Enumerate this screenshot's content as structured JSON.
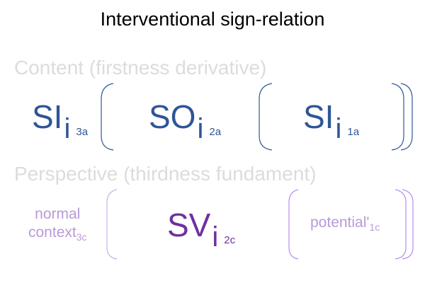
{
  "title": "Interventional sign-relation",
  "content_row": {
    "heading": "Content (firstness derivative)",
    "items": [
      {
        "symbol": "SI",
        "index": "i",
        "sub": "3a"
      },
      {
        "symbol": "SO",
        "index": "i",
        "sub": "2a"
      },
      {
        "symbol": "SI",
        "index": "i",
        "sub": "1a"
      }
    ]
  },
  "perspective_row": {
    "heading": "Perspective (thirdness fundament)",
    "left": {
      "line1": "normal",
      "line2": "context",
      "sub": "3c"
    },
    "center": {
      "symbol": "SV",
      "index": "i",
      "sub": "2c"
    },
    "right": {
      "label": "potential'",
      "sub": "1c"
    }
  },
  "colors": {
    "blue": "#2f5597",
    "purple": "#7030a0",
    "light_purple": "#b79ad8",
    "gray": "#dcdcdc"
  }
}
